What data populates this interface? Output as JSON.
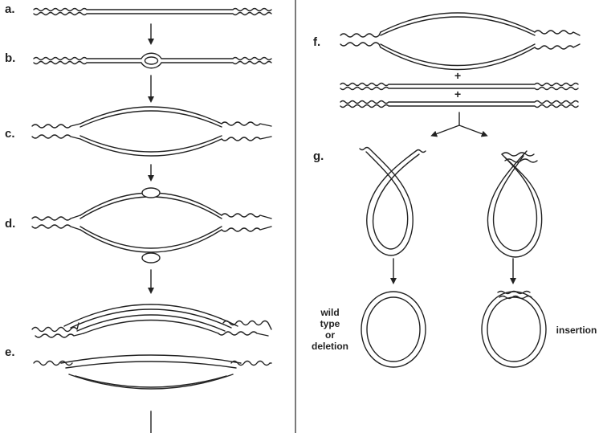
{
  "labels": {
    "a": "a.",
    "b": "b.",
    "c": "c.",
    "d": "d.",
    "e": "e.",
    "f": "f.",
    "g": "g."
  },
  "operators": {
    "plus1": "+",
    "plus2": "+"
  },
  "outcomes": {
    "left_line1": "wild",
    "left_line2": "type",
    "left_line3": "or",
    "left_line4": "deletion",
    "right": "insertion"
  },
  "colors": {
    "ink": "#222222",
    "background": "#ffffff"
  }
}
